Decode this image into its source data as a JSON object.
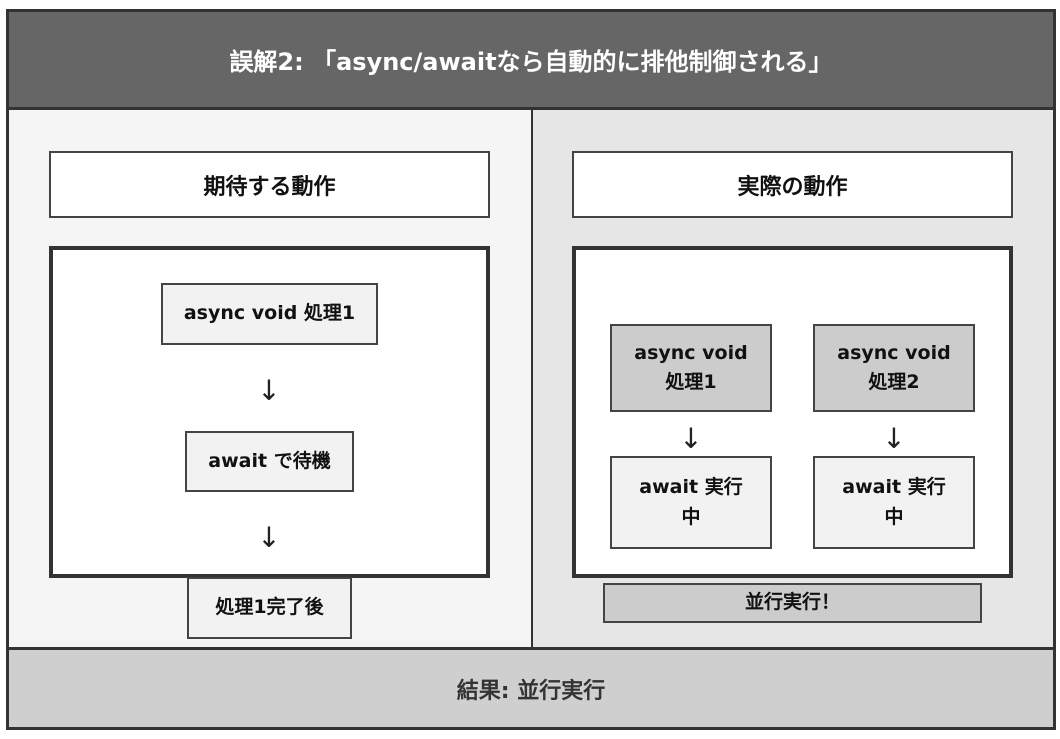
{
  "title": "誤解2: 「async/awaitなら自動的に排他制御される」",
  "left": {
    "heading": "期待する動作",
    "steps": [
      "async void 処理1",
      "await で待機",
      "処理1完了後"
    ],
    "arrow": "↓"
  },
  "right": {
    "heading": "実際の動作",
    "col1": {
      "top": "async void\n処理1",
      "bottom": "await 実行\n中"
    },
    "col2": {
      "top": "async void\n処理2",
      "bottom": "await 実行\n中"
    },
    "arrow": "↓",
    "banner": "並行実行！"
  },
  "footer": "結果: 並行実行",
  "colors": {
    "title_bg": "#666666",
    "footer_bg": "#cfcfcf",
    "highlight_box": "#cccccc",
    "light_box": "#f2f2f2"
  }
}
